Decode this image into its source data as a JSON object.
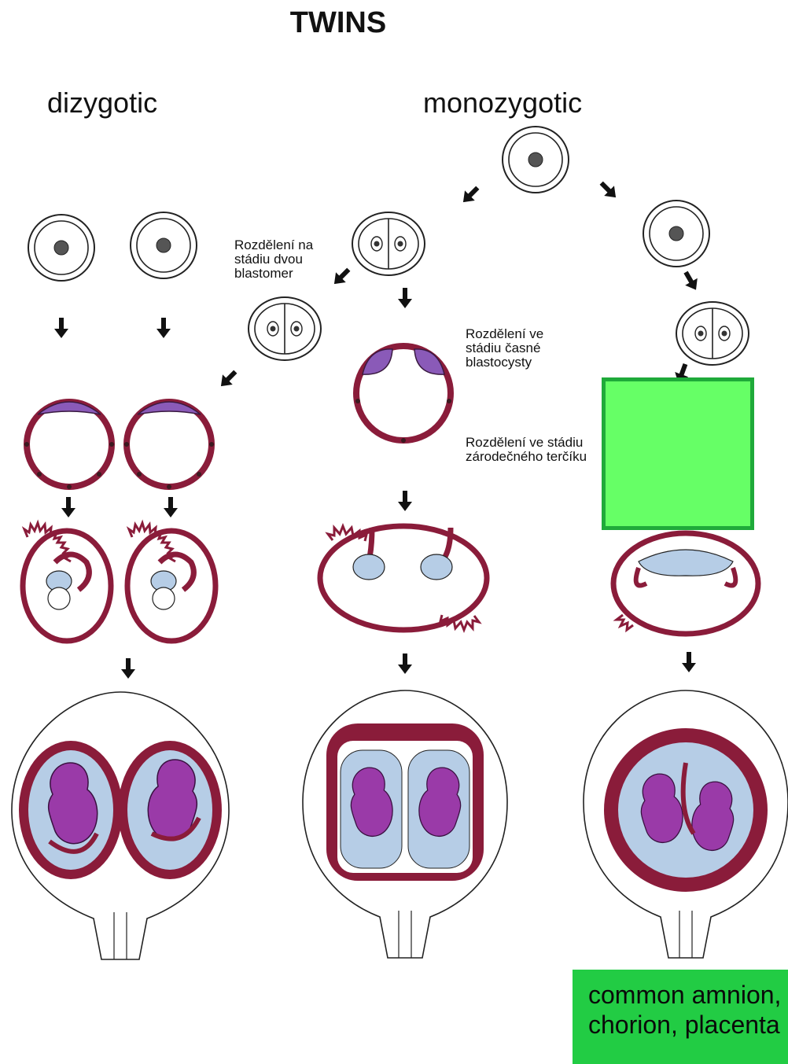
{
  "title": "TWINS",
  "headings": {
    "dizygotic": "dizygotic",
    "monozygotic": "monozygotic"
  },
  "captions": {
    "two_blastomere": "Rozdělení na\nstádiu dvou\nblastomer",
    "early_blastocyst": "Rozdělení ve\nstádiu časné\nblastocysty",
    "germ_disc": "Rozdělení ve stádiu\nzárodečného terčíku"
  },
  "note": "common amnion,\nchorion, placenta",
  "colors": {
    "trophoblast": "#8a1c3a",
    "inner_cell_mass": "#8a5ab8",
    "amnion_fluid": "#b6cde6",
    "fetus": "#9a3aa8",
    "highlight_fill": "#66ff66",
    "highlight_border": "#1faa3a",
    "note_fill": "#22cc44"
  }
}
